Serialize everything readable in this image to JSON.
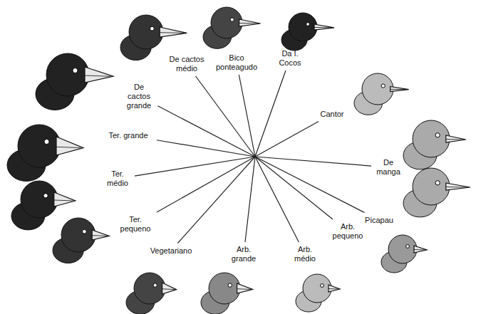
{
  "diagram": {
    "labels": [
      "De cactos médio",
      "Bico ponteagudo",
      "Da I. Cocos",
      "Cantor",
      "De manga",
      "Picapau",
      "Arb. pequeno",
      "Arb. médio",
      "Arb. grande",
      "Vegetariano",
      "Ter. pequeno",
      "Ter. médio",
      "Ter. grande",
      "De cactos grande"
    ]
  }
}
